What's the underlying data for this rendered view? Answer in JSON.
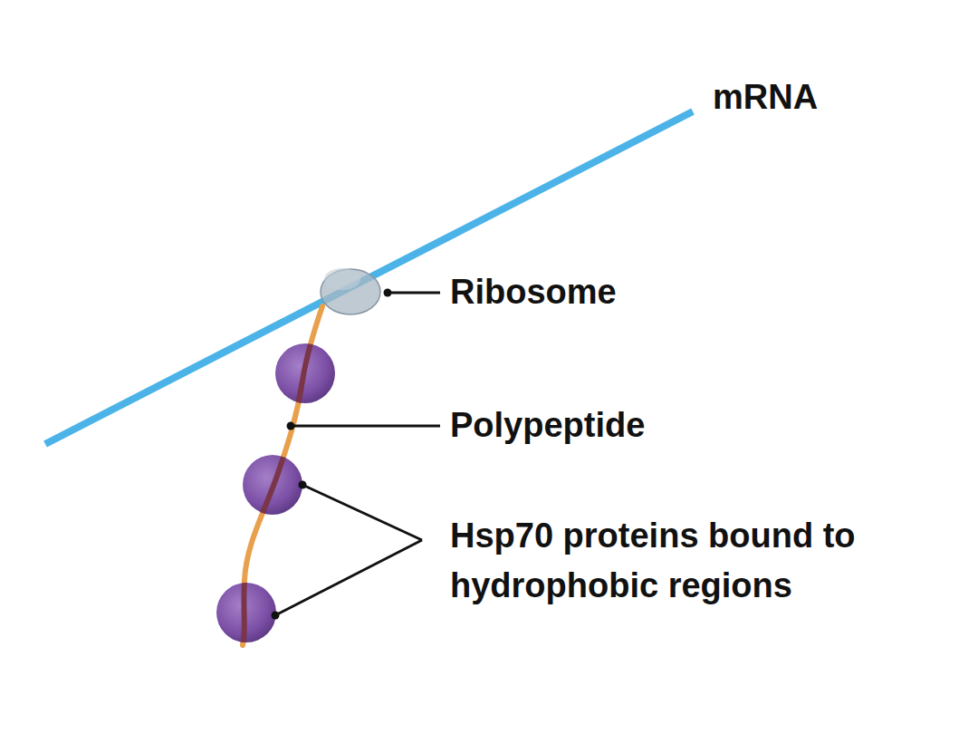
{
  "diagram": {
    "labels": [
      "mRNA",
      "Ribosome",
      "Polypeptide",
      "Hsp70 proteins bound to hydrophobic regions"
    ]
  }
}
